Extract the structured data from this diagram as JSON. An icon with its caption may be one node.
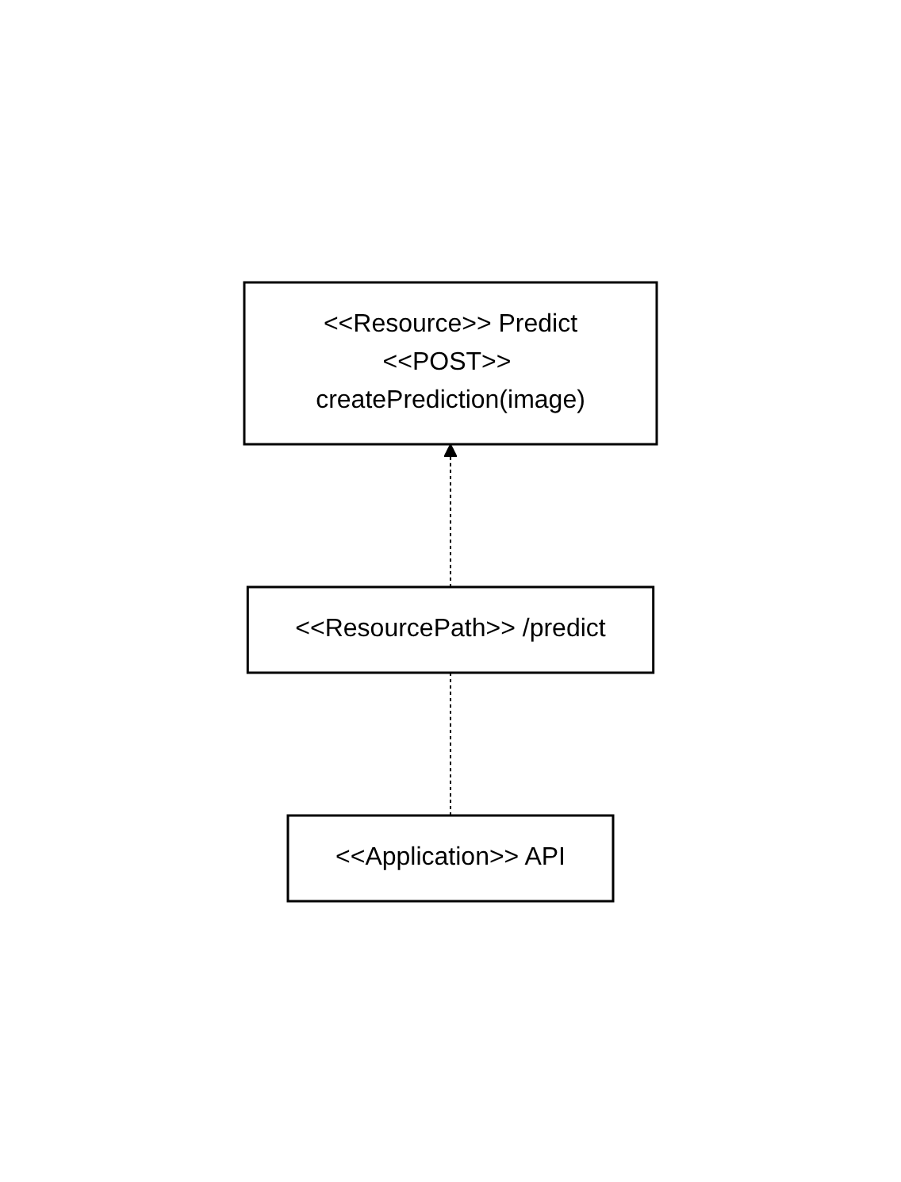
{
  "diagram": {
    "nodes": [
      {
        "text": [
          "<<Resource>> Predict",
          "<<POST>> createPrediction(image)"
        ]
      },
      {
        "text": [
          "<<ResourcePath>> /predict"
        ]
      },
      {
        "text": [
          "<<Application>> API"
        ]
      }
    ],
    "edges": [
      {
        "from": 1,
        "to": 0,
        "arrow": "to",
        "style": "dashed"
      },
      {
        "from": 2,
        "to": 1,
        "arrow": "none",
        "style": "dashed"
      }
    ]
  }
}
